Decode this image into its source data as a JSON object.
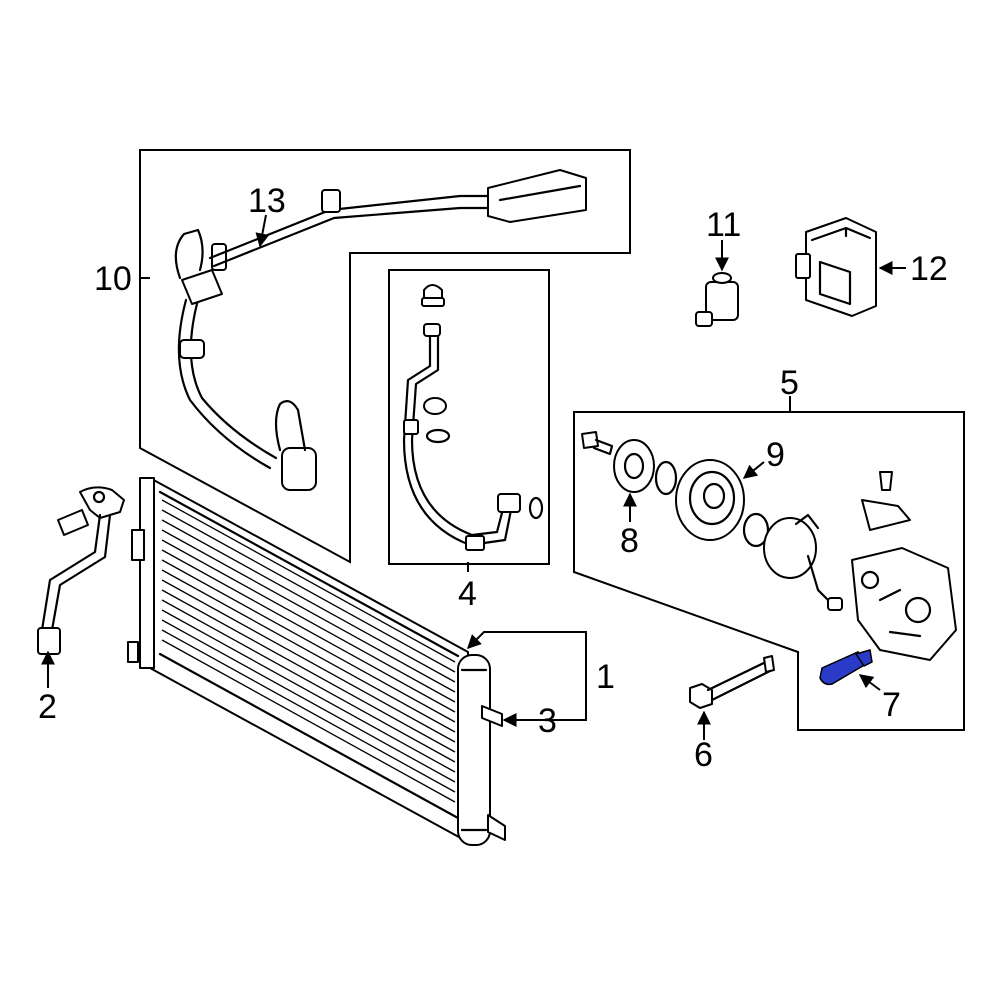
{
  "diagram": {
    "highlight_color": "#2a3cc7",
    "callouts": {
      "c1": "1",
      "c2": "2",
      "c3": "3",
      "c4": "4",
      "c5": "5",
      "c6": "6",
      "c7": "7",
      "c8": "8",
      "c9": "9",
      "c10": "10",
      "c11": "11",
      "c12": "12",
      "c13": "13"
    },
    "highlighted_part": "7"
  }
}
